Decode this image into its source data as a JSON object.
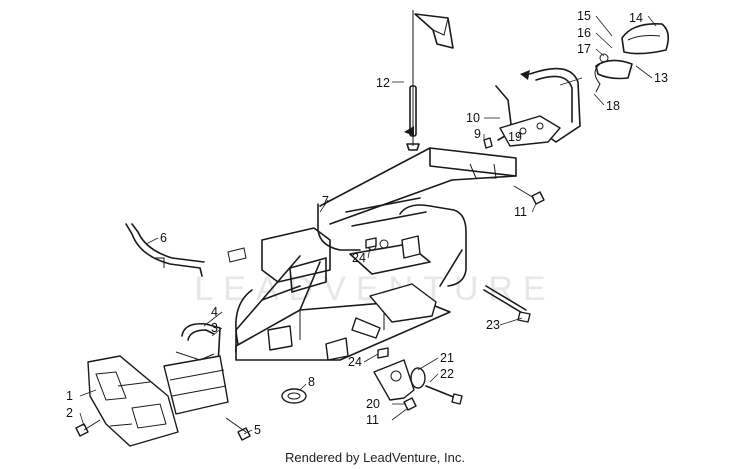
{
  "watermark": "LEADVENTURE",
  "footer": "Rendered by LeadVenture, Inc.",
  "callouts": [
    {
      "id": "c1",
      "label": "1"
    },
    {
      "id": "c2",
      "label": "2"
    },
    {
      "id": "c3",
      "label": "3"
    },
    {
      "id": "c4",
      "label": "4"
    },
    {
      "id": "c5",
      "label": "5"
    },
    {
      "id": "c6",
      "label": "6"
    },
    {
      "id": "c7",
      "label": "7"
    },
    {
      "id": "c8",
      "label": "8"
    },
    {
      "id": "c9",
      "label": "9"
    },
    {
      "id": "c10",
      "label": "10"
    },
    {
      "id": "c11a",
      "label": "11"
    },
    {
      "id": "c11b",
      "label": "11"
    },
    {
      "id": "c12",
      "label": "12"
    },
    {
      "id": "c13",
      "label": "13"
    },
    {
      "id": "c14",
      "label": "14"
    },
    {
      "id": "c15",
      "label": "15"
    },
    {
      "id": "c16",
      "label": "16"
    },
    {
      "id": "c17",
      "label": "17"
    },
    {
      "id": "c18",
      "label": "18"
    },
    {
      "id": "c19",
      "label": "19"
    },
    {
      "id": "c20",
      "label": "20"
    },
    {
      "id": "c21",
      "label": "21"
    },
    {
      "id": "c22",
      "label": "22"
    },
    {
      "id": "c23",
      "label": "23"
    },
    {
      "id": "c24a",
      "label": "24"
    },
    {
      "id": "c24b",
      "label": "24"
    }
  ]
}
